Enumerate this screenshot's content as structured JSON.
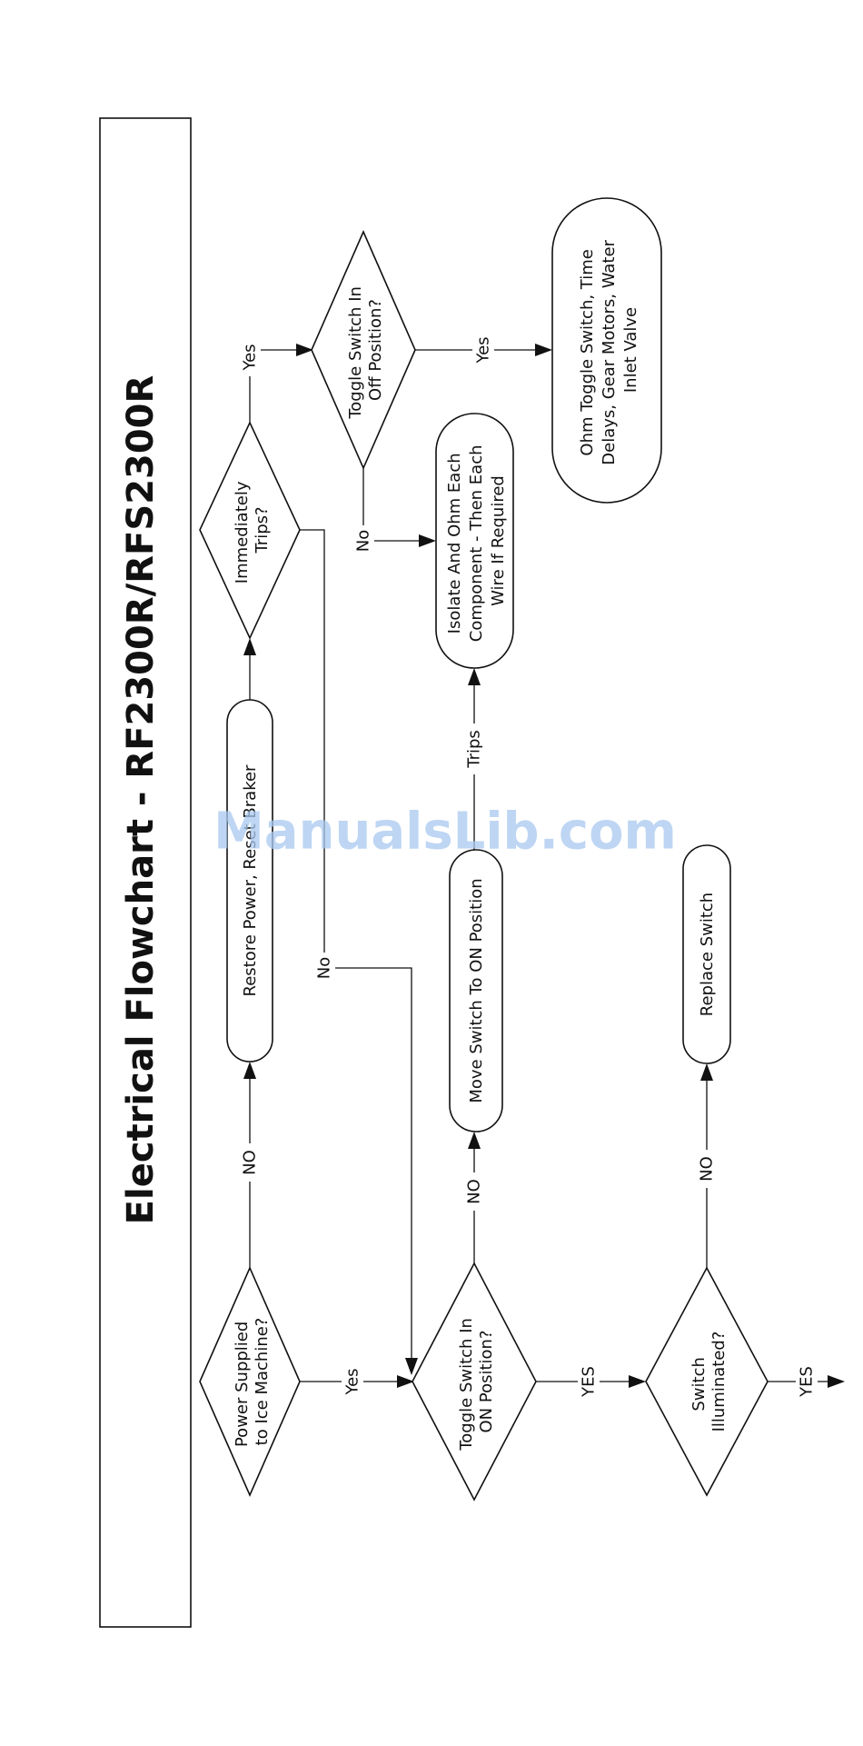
{
  "title": "Electrical Flowchart - RF2300R/RFS2300R",
  "watermark": "ManualsLib.com",
  "nodes": {
    "power_supplied": [
      "Power Supplied",
      "to Ice Machine?"
    ],
    "restore_power": [
      "Restore Power, Reset Braker"
    ],
    "immediately_trips": [
      "Immediately",
      "Trips?"
    ],
    "toggle_off": [
      "Toggle Switch In",
      "Off Position?"
    ],
    "ohm_toggle": [
      "Ohm Toggle Switch, Time",
      "Delays, Gear Motors, Water",
      "Inlet Valve"
    ],
    "isolate": [
      "Isolate And Ohm Each",
      "Component - Then Each",
      "Wire If Required"
    ],
    "move_switch": [
      "Move Switch To ON Position"
    ],
    "toggle_on": [
      "Toggle Switch In",
      "ON Position?"
    ],
    "switch_illuminated": [
      "Switch",
      "Illuminated?"
    ],
    "replace_switch": [
      "Replace Switch"
    ]
  },
  "edge_labels": {
    "power_no": "NO",
    "power_yes": "Yes",
    "trips_yes": "Yes",
    "trips_no": "No",
    "off_yes": "Yes",
    "off_no": "No",
    "move_trips": "Trips",
    "on_no": "NO",
    "on_yes": "YES",
    "illum_no": "NO",
    "illum_yes": "YES"
  }
}
